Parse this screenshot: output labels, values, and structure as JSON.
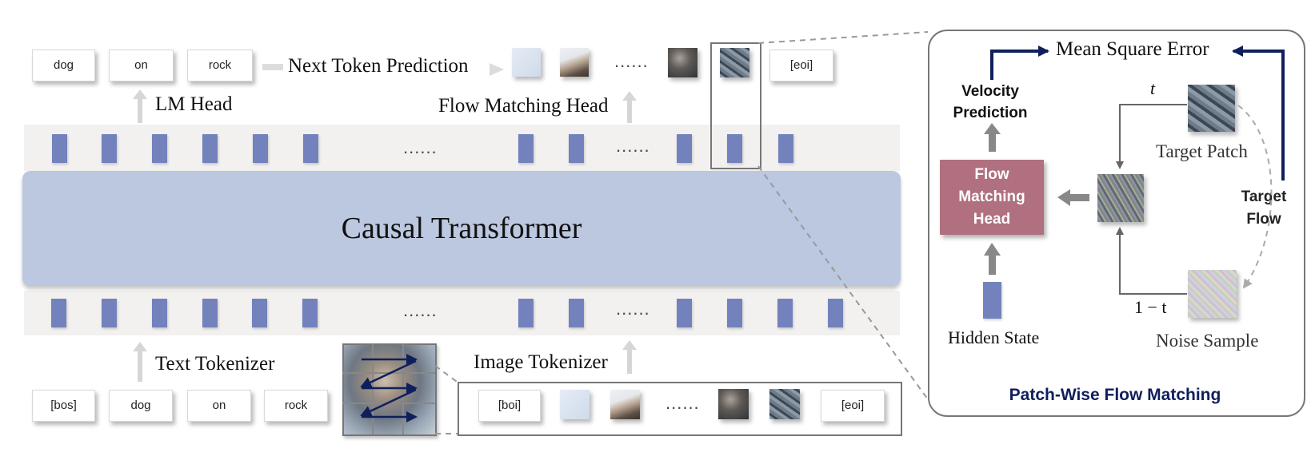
{
  "top": {
    "text_tokens": [
      "dog",
      "on",
      "rock"
    ],
    "next_token_label": "Next Token Prediction",
    "eoi_token": "[eoi]",
    "lm_head_label": "LM Head",
    "flow_head_label": "Flow Matching Head"
  },
  "transformer_label": "Causal Transformer",
  "bottom": {
    "text_tokenizer_label": "Text Tokenizer",
    "image_tokenizer_label": "Image Tokenizer",
    "text_tokens": [
      "[bos]",
      "dog",
      "on",
      "rock"
    ],
    "boi_token": "[boi]",
    "eoi_token": "[eoi]"
  },
  "ellipsis": "......",
  "panel": {
    "title": "Patch-Wise Flow Matching",
    "mse_label": "Mean Square Error",
    "velocity_label_1": "Velocity",
    "velocity_label_2": "Prediction",
    "head_line_1": "Flow",
    "head_line_2": "Matching",
    "head_line_3": "Head",
    "hidden_state_label": "Hidden State",
    "target_patch_label": "Target Patch",
    "noise_sample_label": "Noise Sample",
    "target_flow_line_1": "Target",
    "target_flow_line_2": "Flow",
    "t_label": "t",
    "one_minus_t_label": "1 − t"
  },
  "colors": {
    "transformer_fill": "#bcc7e0",
    "token_bar": "#7382bd",
    "head_fill": "#b0707f",
    "navy": "#0f1f5c",
    "band": "#f2f1ef"
  }
}
